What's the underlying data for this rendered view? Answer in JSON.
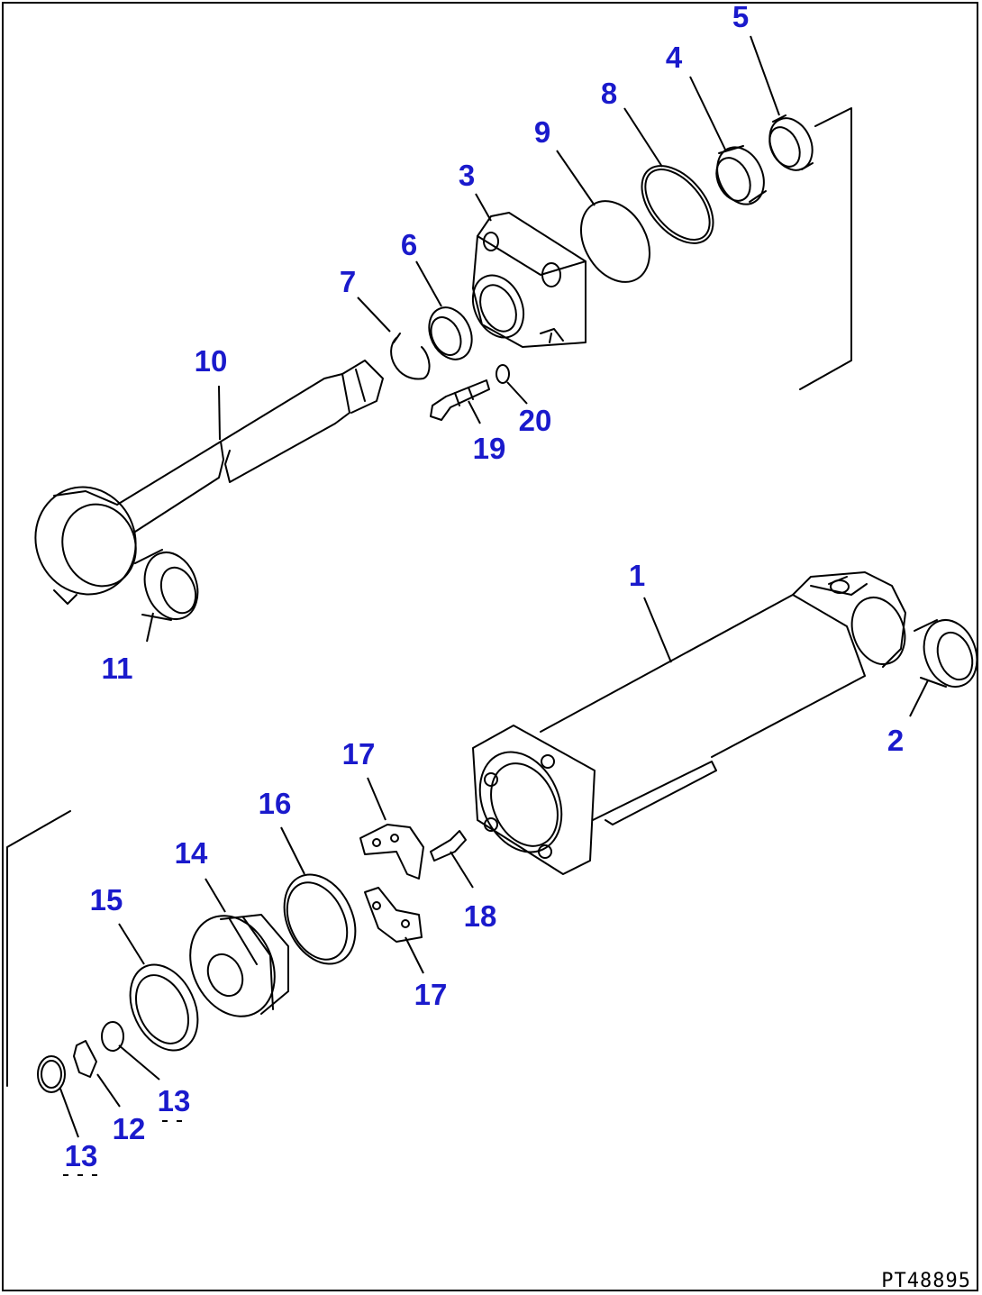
{
  "diagram": {
    "drawing_code": "PT48895",
    "callout_color": "#1a1acc",
    "line_color": "#000000",
    "callouts": [
      {
        "id": "c5",
        "label": "5"
      },
      {
        "id": "c4",
        "label": "4"
      },
      {
        "id": "c8",
        "label": "8"
      },
      {
        "id": "c9",
        "label": "9"
      },
      {
        "id": "c3",
        "label": "3"
      },
      {
        "id": "c6",
        "label": "6"
      },
      {
        "id": "c7",
        "label": "7"
      },
      {
        "id": "c10",
        "label": "10"
      },
      {
        "id": "c20",
        "label": "20"
      },
      {
        "id": "c19",
        "label": "19"
      },
      {
        "id": "c11",
        "label": "11"
      },
      {
        "id": "c1",
        "label": "1"
      },
      {
        "id": "c2",
        "label": "2"
      },
      {
        "id": "c17a",
        "label": "17"
      },
      {
        "id": "c16",
        "label": "16"
      },
      {
        "id": "c14",
        "label": "14"
      },
      {
        "id": "c18",
        "label": "18"
      },
      {
        "id": "c15",
        "label": "15"
      },
      {
        "id": "c17b",
        "label": "17"
      },
      {
        "id": "c13a",
        "label": "13"
      },
      {
        "id": "c12",
        "label": "12"
      },
      {
        "id": "c13b",
        "label": "13"
      }
    ]
  }
}
